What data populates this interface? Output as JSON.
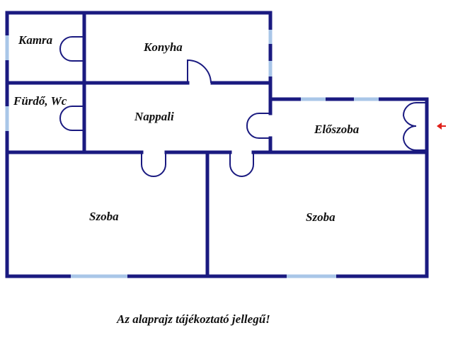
{
  "colors": {
    "wall": "#1a1a80",
    "window": "#a9c6e8",
    "door": "#1a1a80",
    "entry_arrow": "#e0201a",
    "background": "#ffffff"
  },
  "rooms": {
    "kamra": "Kamra",
    "konyha": "Konyha",
    "furdo": "Fürdő, Wc",
    "nappali": "Nappali",
    "eloszoba": "Előszoba",
    "szoba_left": "Szoba",
    "szoba_right": "Szoba"
  },
  "note": "Az alaprajz tájékoztató jellegű!",
  "entry_icon": "arrow-left-icon"
}
